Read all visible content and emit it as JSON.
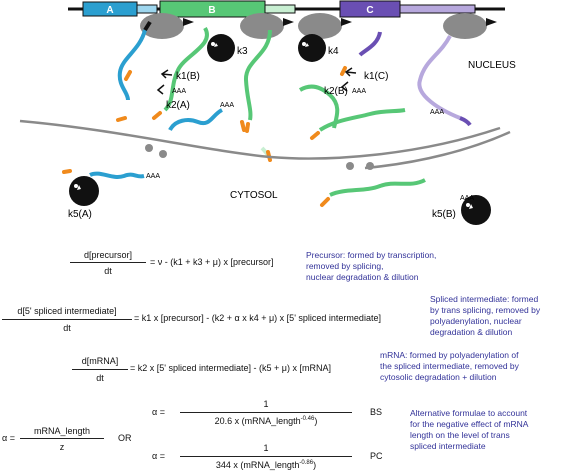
{
  "gene_labels": {
    "a": "A",
    "b": "B",
    "c": "C"
  },
  "rate_labels": {
    "k3": "k3",
    "k4": "k4",
    "k1b": "k1(B)",
    "k1c": "k1(C)",
    "k2a": "k2(A)",
    "k2b": "k2(B)",
    "k5a": "k5(A)",
    "k5b": "k5(B)"
  },
  "polyA": "AAA",
  "compartments": {
    "nucleus": "NUCLEUS",
    "cytosol": "CYTOSOL"
  },
  "equations": {
    "precursor": {
      "num": "d[precursor]",
      "den": "dt",
      "rhs": "= ν - (k1 + k3 + μ) x [precursor]",
      "note": [
        "Precursor: formed by transcription,",
        "removed by splicing,",
        "nuclear degradation & dilution"
      ]
    },
    "intermediate": {
      "num": "d[5' spliced intermediate]",
      "den": "dt",
      "rhs": "= k1 x [precursor] - (k2 + α x k4 + μ) x [5' spliced intermediate]",
      "note": [
        "Spliced intermediate: formed",
        "by trans splicing, removed by",
        "polyadenylation, nuclear",
        "degradation & dilution"
      ]
    },
    "mrna": {
      "num": "d[mRNA]",
      "den": "dt",
      "rhs": "= k2 x [5' spliced intermediate] - (k5 + μ) x [mRNA]",
      "note": [
        "mRNA: formed by polyadenylation of",
        "the spliced intermediate, removed by",
        "cytosolic degradation + dilution"
      ]
    }
  },
  "alpha": {
    "left": {
      "prefix": "α =",
      "num": "mRNA_length",
      "den": "z"
    },
    "or": "OR",
    "bs": {
      "prefix": "α =",
      "num": "1",
      "den": "20.6 x (mRNA_length",
      "exp": "-0.46",
      "tag": "BS"
    },
    "pc": {
      "prefix": "α =",
      "num": "1",
      "den": "344 x (mRNA_length",
      "exp": "-0.86",
      "tag": "PC"
    },
    "note": [
      "Alternative formulae to account",
      "for the negative effect of mRNA",
      "length on the level of trans",
      "spliced intermediate"
    ]
  },
  "colors": {
    "geneA": "#2b9fd0",
    "geneB": "#57c776",
    "geneC": "#6a4fb3",
    "lightA": "#9ed6ee",
    "lightB": "#c8efd2",
    "lightC": "#b7a8dd",
    "note": "#333399",
    "ribosome": "#111111",
    "polymerase": "#8a8a8a"
  }
}
